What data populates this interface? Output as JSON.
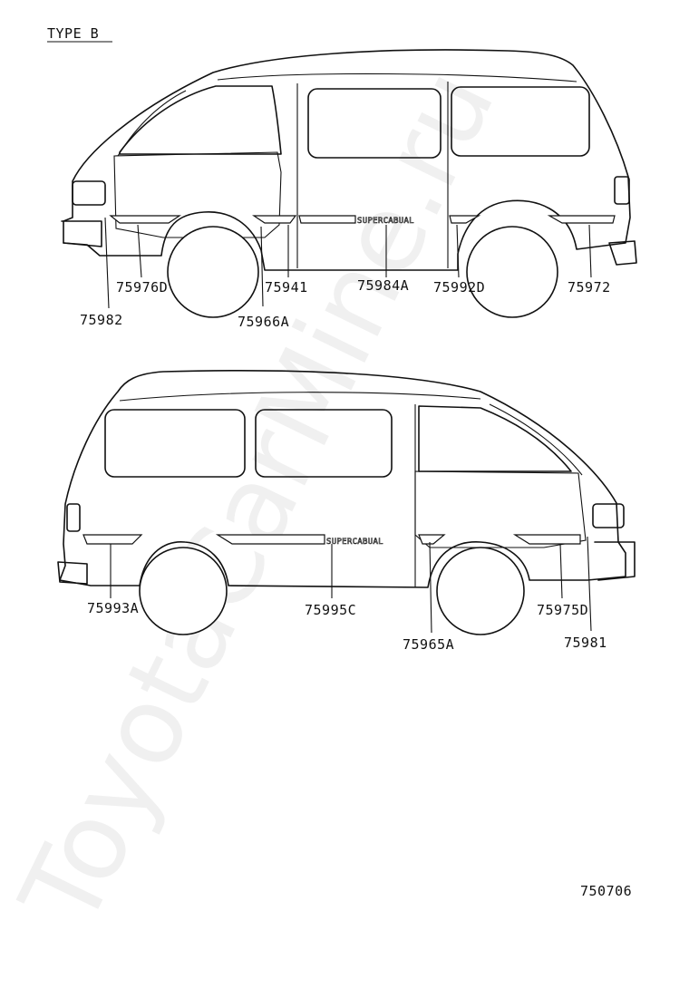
{
  "diagram": {
    "heading": "TYPE B",
    "figure_number": "750706",
    "watermark": "ToyotaCarMine.ru",
    "van_top": {
      "badge_text": "SUPERCABUAL",
      "parts": [
        "75976D",
        "75982",
        "75966A",
        "75941",
        "75984A",
        "75992D",
        "75972"
      ]
    },
    "van_bottom": {
      "badge_text": "SUPERCABUAL",
      "parts": [
        "75993A",
        "75995C",
        "75965A",
        "75975D",
        "75981"
      ]
    }
  }
}
